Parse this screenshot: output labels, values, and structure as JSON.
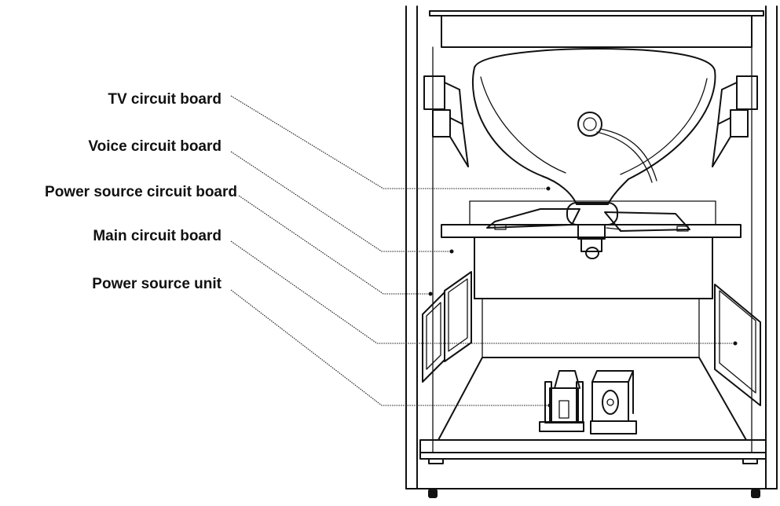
{
  "labels": [
    {
      "id": "tv",
      "text": "TV circuit board"
    },
    {
      "id": "voice",
      "text": "Voice circuit board"
    },
    {
      "id": "power_board",
      "text": "Power source circuit board"
    },
    {
      "id": "main",
      "text": "Main circuit board"
    },
    {
      "id": "power_unit",
      "text": "Power source unit"
    }
  ]
}
